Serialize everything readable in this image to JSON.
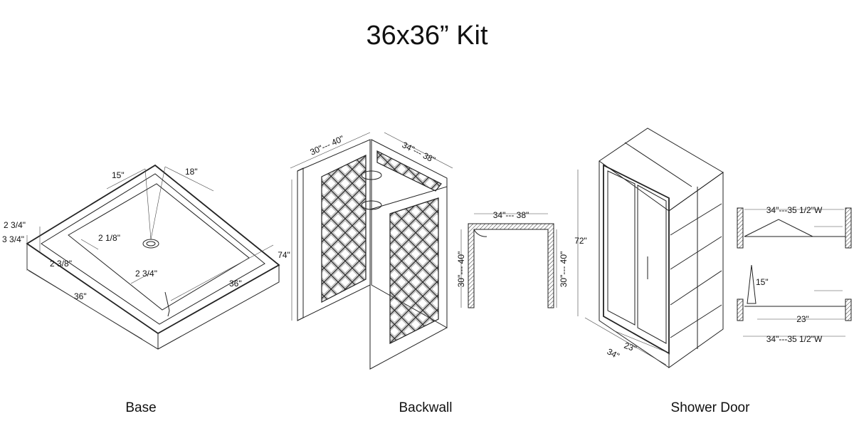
{
  "title": "36x36” Kit",
  "captions": {
    "base": "Base",
    "backwall": "Backwall",
    "door": "Shower Door"
  },
  "base": {
    "d15": "15\"",
    "d18": "18\"",
    "d2_3_4_top": "2 3/4\"",
    "d3_3_4": "3 3/4\"",
    "d2_1_8": "2 1/8\"",
    "d2_3_8": "2 3/8\"",
    "d2_3_4_front": "2 3/4\"",
    "d36_left": "36\"",
    "d36_right": "36\""
  },
  "backwall": {
    "w_left": "30\"--- 40\"",
    "w_right": "34\"--- 38\"",
    "height": "74\"",
    "plan_top": "34\"--- 38\"",
    "plan_left": "30\"--- 40\"",
    "plan_right": "30\"--- 40\""
  },
  "door": {
    "height": "72\"",
    "d23": "23\"",
    "d34": "34\"",
    "top_width": "34\"---35 1/2\"W",
    "fold": "15\"",
    "d23_bottom": "23\"",
    "bottom_width": "34\"---35 1/2\"W"
  }
}
